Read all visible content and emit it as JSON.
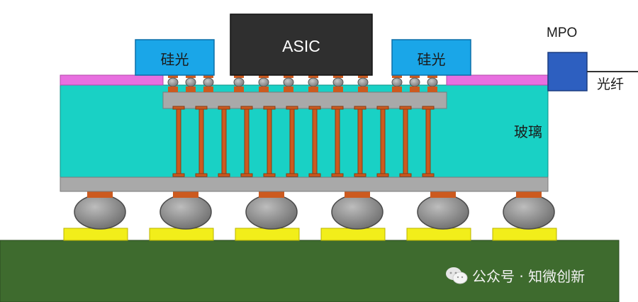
{
  "labels": {
    "asic": "ASIC",
    "silicon_photonics_left": "硅光",
    "silicon_photonics_right": "硅光",
    "mpo": "MPO",
    "fiber": "光纤",
    "glass": "玻璃"
  },
  "watermark": {
    "text": "公众号 · 知微创新",
    "icon": "wechat-icon"
  },
  "colors": {
    "pcb": "#3e6b2e",
    "glass_core": "#19d1c5",
    "redistribution_layer": "#a9a9a9",
    "pads": "#cc5a1f",
    "asic": "#2f2f2f",
    "silicon_photonics": "#1aa6e8",
    "rdl_pink": "#e86fe0",
    "mpo": "#2d5fc0",
    "bga_pads": "#f2ee1a",
    "solder_balls": "#8a8a8a"
  }
}
